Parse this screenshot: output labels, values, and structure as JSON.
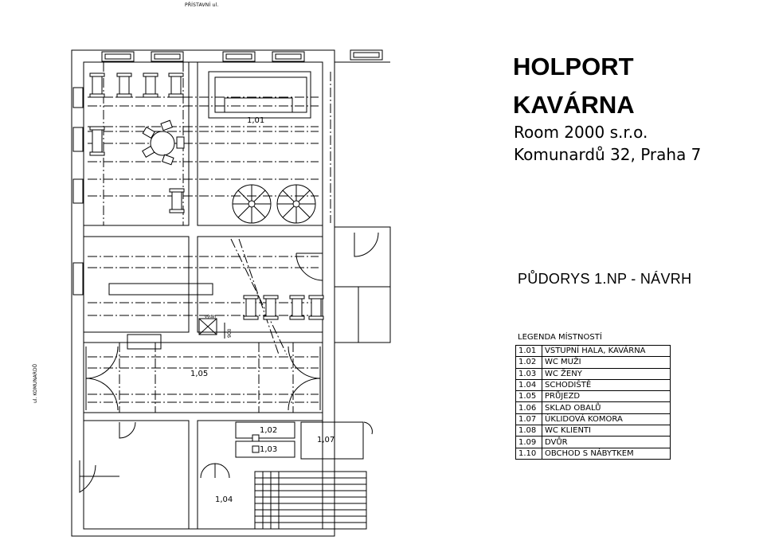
{
  "streets": {
    "top": "PŘÍSTAVNÍ ul.",
    "left": "ul. KOMUNARDŮ"
  },
  "header": {
    "title_line1": "HOLPORT",
    "title_line2": "KAVÁRNA",
    "company": "Room 2000 s.r.o.",
    "address": "Komunardů 32, Praha 7"
  },
  "drawing_title": "PŮDORYS 1.NP - NÁVRH",
  "legend": {
    "heading": "LEGENDA MÍSTNOSTÍ",
    "rows": [
      {
        "code": "1.01",
        "name": "VSTUPNÍ HALA, KAVÁRNA"
      },
      {
        "code": "1.02",
        "name": "WC MUŽI"
      },
      {
        "code": "1.03",
        "name": "WC ŽENY"
      },
      {
        "code": "1.04",
        "name": "SCHODIŠTĚ"
      },
      {
        "code": "1.05",
        "name": "PRŮJEZD"
      },
      {
        "code": "1.06",
        "name": "SKLAD OBALŮ"
      },
      {
        "code": "1.07",
        "name": "ÚKLIDOVÁ KOMORA"
      },
      {
        "code": "1.08",
        "name": "WC KLIENTI"
      },
      {
        "code": "1.09",
        "name": "DVŮR"
      },
      {
        "code": "1.10",
        "name": "OBCHOD S NÁBYTKEM"
      }
    ]
  },
  "room_labels": {
    "r101": "1,01",
    "r102": "1,02",
    "r103": "1,03",
    "r104": "1,04",
    "r105": "1,05",
    "r107": "1,07"
  },
  "misc_labels": {
    "door_dim": "900",
    "elevator_tag": "výtah"
  }
}
